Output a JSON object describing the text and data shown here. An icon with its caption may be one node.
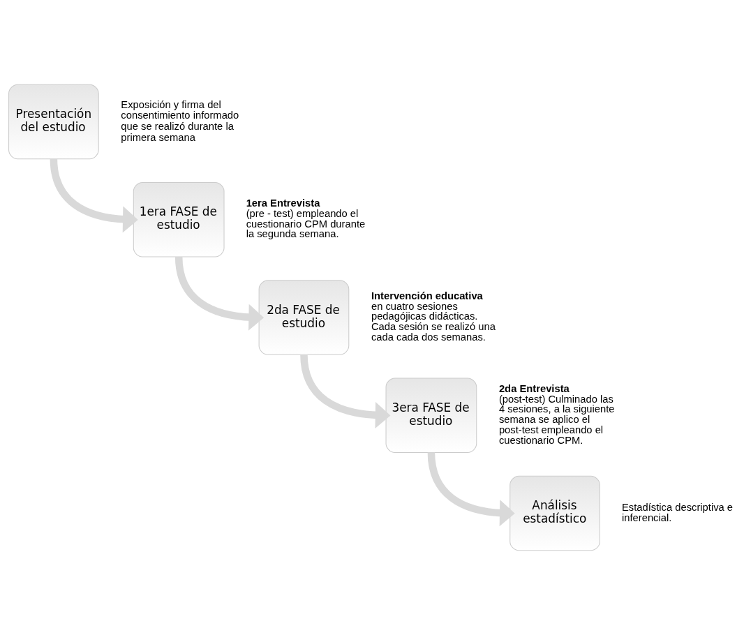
{
  "diagram": {
    "nodes": [
      {
        "text": [
          "Presentación del estudio"
        ],
        "beside": [
          "Exposición y firma del consentimiento informado que se realizó durante la primera semana"
        ]
      },
      {
        "text": [
          "1era FASE de estudio"
        ],
        "beside": [
          "**1era Entrevista** (pre - test) empleando el cuestionario CPM durante la segunda semana."
        ]
      },
      {
        "text": [
          "2da FASE de estudio"
        ],
        "beside": [
          "**Intervención educativa** en cuatro sesiones pedagójicas didácticas. Cada sesión se realizó una cada cada dos semanas."
        ]
      },
      {
        "text": [
          "3era FASE de estudio"
        ],
        "beside": [
          "**2da Entrevista** (post-test) Culminado las 4 sesiones, a la siguiente semana se aplico el post-test empleando el cuestionario CPM."
        ]
      },
      {
        "text": [
          "Análisis estadístico"
        ],
        "beside": [
          "Estadística descriptiva e inferencial."
        ]
      }
    ],
    "edges": [
      {
        "from": 0,
        "to": 1,
        "arrow": "to"
      },
      {
        "from": 1,
        "to": 2,
        "arrow": "to"
      },
      {
        "from": 2,
        "to": 3,
        "arrow": "to"
      },
      {
        "from": 3,
        "to": 4,
        "arrow": "to"
      }
    ]
  }
}
